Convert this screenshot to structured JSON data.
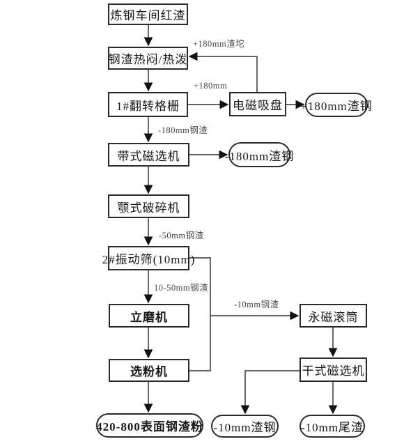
{
  "diagram": {
    "title": "steel-slag-processing-flowchart",
    "colors": {
      "background": "#ffffff",
      "box_border": "#2a2a2a",
      "connector_line": "#4d4d4d",
      "arrowhead": "#111111",
      "text": "#1a1a1a",
      "edge_label_text": "#4a4a4a"
    },
    "nodes": {
      "red_slag": {
        "label": "炼钢车间红渣",
        "shape": "rect"
      },
      "hot_stew": {
        "label": "钢渣热闷/热泼",
        "shape": "rect"
      },
      "grid1": {
        "label": "1#翻转格栅",
        "shape": "rect"
      },
      "belt_separator": {
        "label": "带式磁选机",
        "shape": "rect"
      },
      "jaw_crusher": {
        "label": "颚式破碎机",
        "shape": "rect"
      },
      "vibrating_screen": {
        "label": "2#振动筛(10mm)",
        "shape": "rect"
      },
      "vertical_mill": {
        "label": "立磨机",
        "shape": "rect",
        "bold": true
      },
      "powder_separator": {
        "label": "选粉机",
        "shape": "rect",
        "bold": true
      },
      "product_powder": {
        "label": "420-800表面钢渣粉",
        "shape": "stadium",
        "bold": true
      },
      "magnet_chuck": {
        "label": "电磁吸盘",
        "shape": "rect"
      },
      "slag_steel_plus180": {
        "label": "+180mm渣钢",
        "shape": "stadium"
      },
      "slag_steel_minus180": {
        "label": "-180mm渣钢",
        "shape": "stadium"
      },
      "magnet_drum": {
        "label": "永磁滚筒",
        "shape": "rect"
      },
      "dry_separator": {
        "label": "干式磁选机",
        "shape": "rect"
      },
      "slag_steel_minus10": {
        "label": "-10mm渣钢",
        "shape": "stadium"
      },
      "tail_slag_minus10": {
        "label": "-10mm尾渣",
        "shape": "stadium"
      }
    },
    "edge_labels": {
      "plus180_lump": "+180mm渣坨",
      "plus180": "+180mm",
      "minus180_slag": "-180mm钢渣",
      "minus50_slag": "-50mm钢渣",
      "mid_slag": "10-50mm钢渣",
      "minus10_slag": "-10mm钢渣"
    }
  }
}
